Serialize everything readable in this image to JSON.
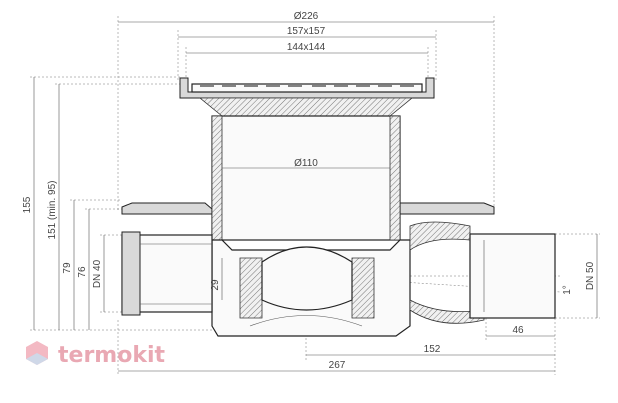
{
  "dimensions": {
    "top_d226": "Ø226",
    "top_157": "157x157",
    "top_144": "144x144",
    "inner_d110": "Ø110",
    "left_155": "155",
    "left_151": "151 (min. 95)",
    "left_79": "79",
    "left_76": "76",
    "left_dn40": "DN 40",
    "mid_29": "29",
    "right_dn50": "DN 50",
    "right_1": "1°",
    "bottom_46": "46",
    "bottom_152": "152",
    "bottom_267": "267"
  },
  "brand": {
    "name": "termokit",
    "colors": {
      "logo_top": "#f3b9c3",
      "logo_bottom": "#cfd8e8",
      "text": "#e9a8b3"
    }
  }
}
